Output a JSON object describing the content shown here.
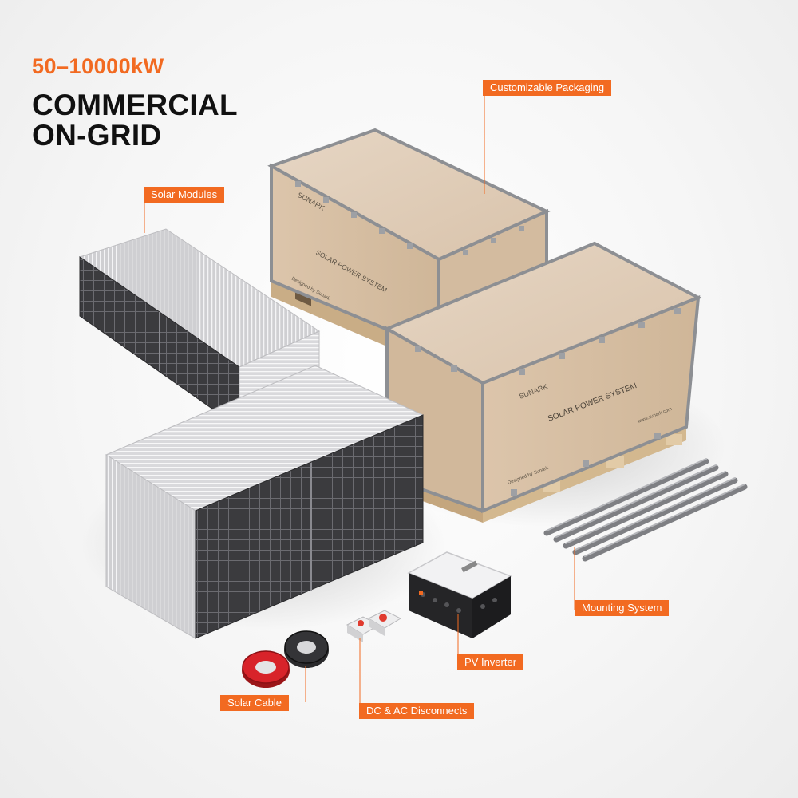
{
  "headline": {
    "kicker": "50–10000kW",
    "title_line1": "COMMERCIAL",
    "title_line2": "ON-GRID"
  },
  "callouts": {
    "customizable_packaging": "Customizable Packaging",
    "solar_modules": "Solar Modules",
    "mounting_system": "Mounting System",
    "pv_inverter": "PV Inverter",
    "solar_cable": "Solar Cable",
    "disconnects": "DC & AC Disconnects"
  },
  "crate_text": {
    "brand": "SUNARK",
    "system": "SOLAR POWER SYSTEM",
    "designed_by": "Designed by Sunark",
    "website": "www.sunark.com"
  },
  "colors": {
    "accent": "#f26a21",
    "title": "#111111",
    "wood": "#dcc7ae",
    "panel": "#3a3a3c",
    "frame": "#c9c9cb"
  }
}
